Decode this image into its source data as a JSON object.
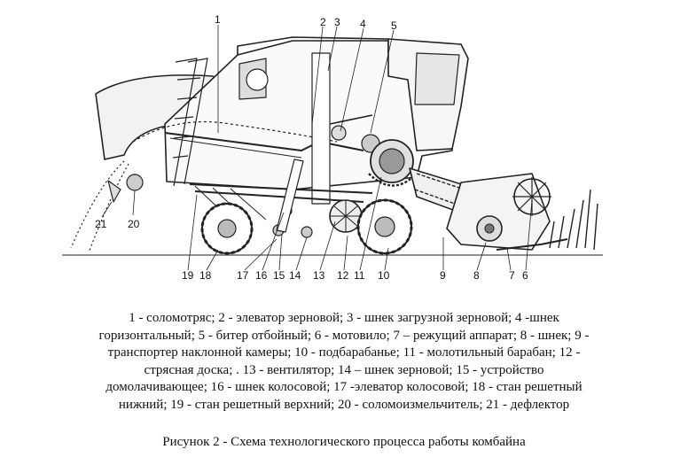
{
  "labels": {
    "l1": "1",
    "l2": "2",
    "l3": "3",
    "l4": "4",
    "l5": "5",
    "l6": "6",
    "l7": "7",
    "l8": "8",
    "l9": "9",
    "l10": "10",
    "l11": "11",
    "l12": "12",
    "l13": "13",
    "l14": "14",
    "l15": "15",
    "l16": "16",
    "l17": "17",
    "l18": "18",
    "l19": "19",
    "l20": "20",
    "l21": "21"
  },
  "legend": {
    "line1": "1 - соломотряс; 2 - элеватор зерновой; 3 - шнек загрузной зерновой; 4 -шнек",
    "line2": "горизонтальный; 5 - битер отбойный; 6 - мотовило; 7 – режущий аппарат; 8 - шнек; 9 -",
    "line3": "транспортер наклонной камеры; 10 - подбарабанье; 11 - молотильный барабан; 12 -",
    "line4": "стрясная доска; . 13 - вентилятор; 14 – шнек зерновой; 15 - устройство",
    "line5": "домолачивающее; 16 - шнек колосовой; 17 -элеватор колосовой; 18 - стан решетный",
    "line6": "нижний; 19 - стан решетный верхний; 20 - соломоизмельчитель; 21 - дефлектор"
  },
  "caption": "Рисунок 2 - Схема технологического процесса работы комбайна"
}
